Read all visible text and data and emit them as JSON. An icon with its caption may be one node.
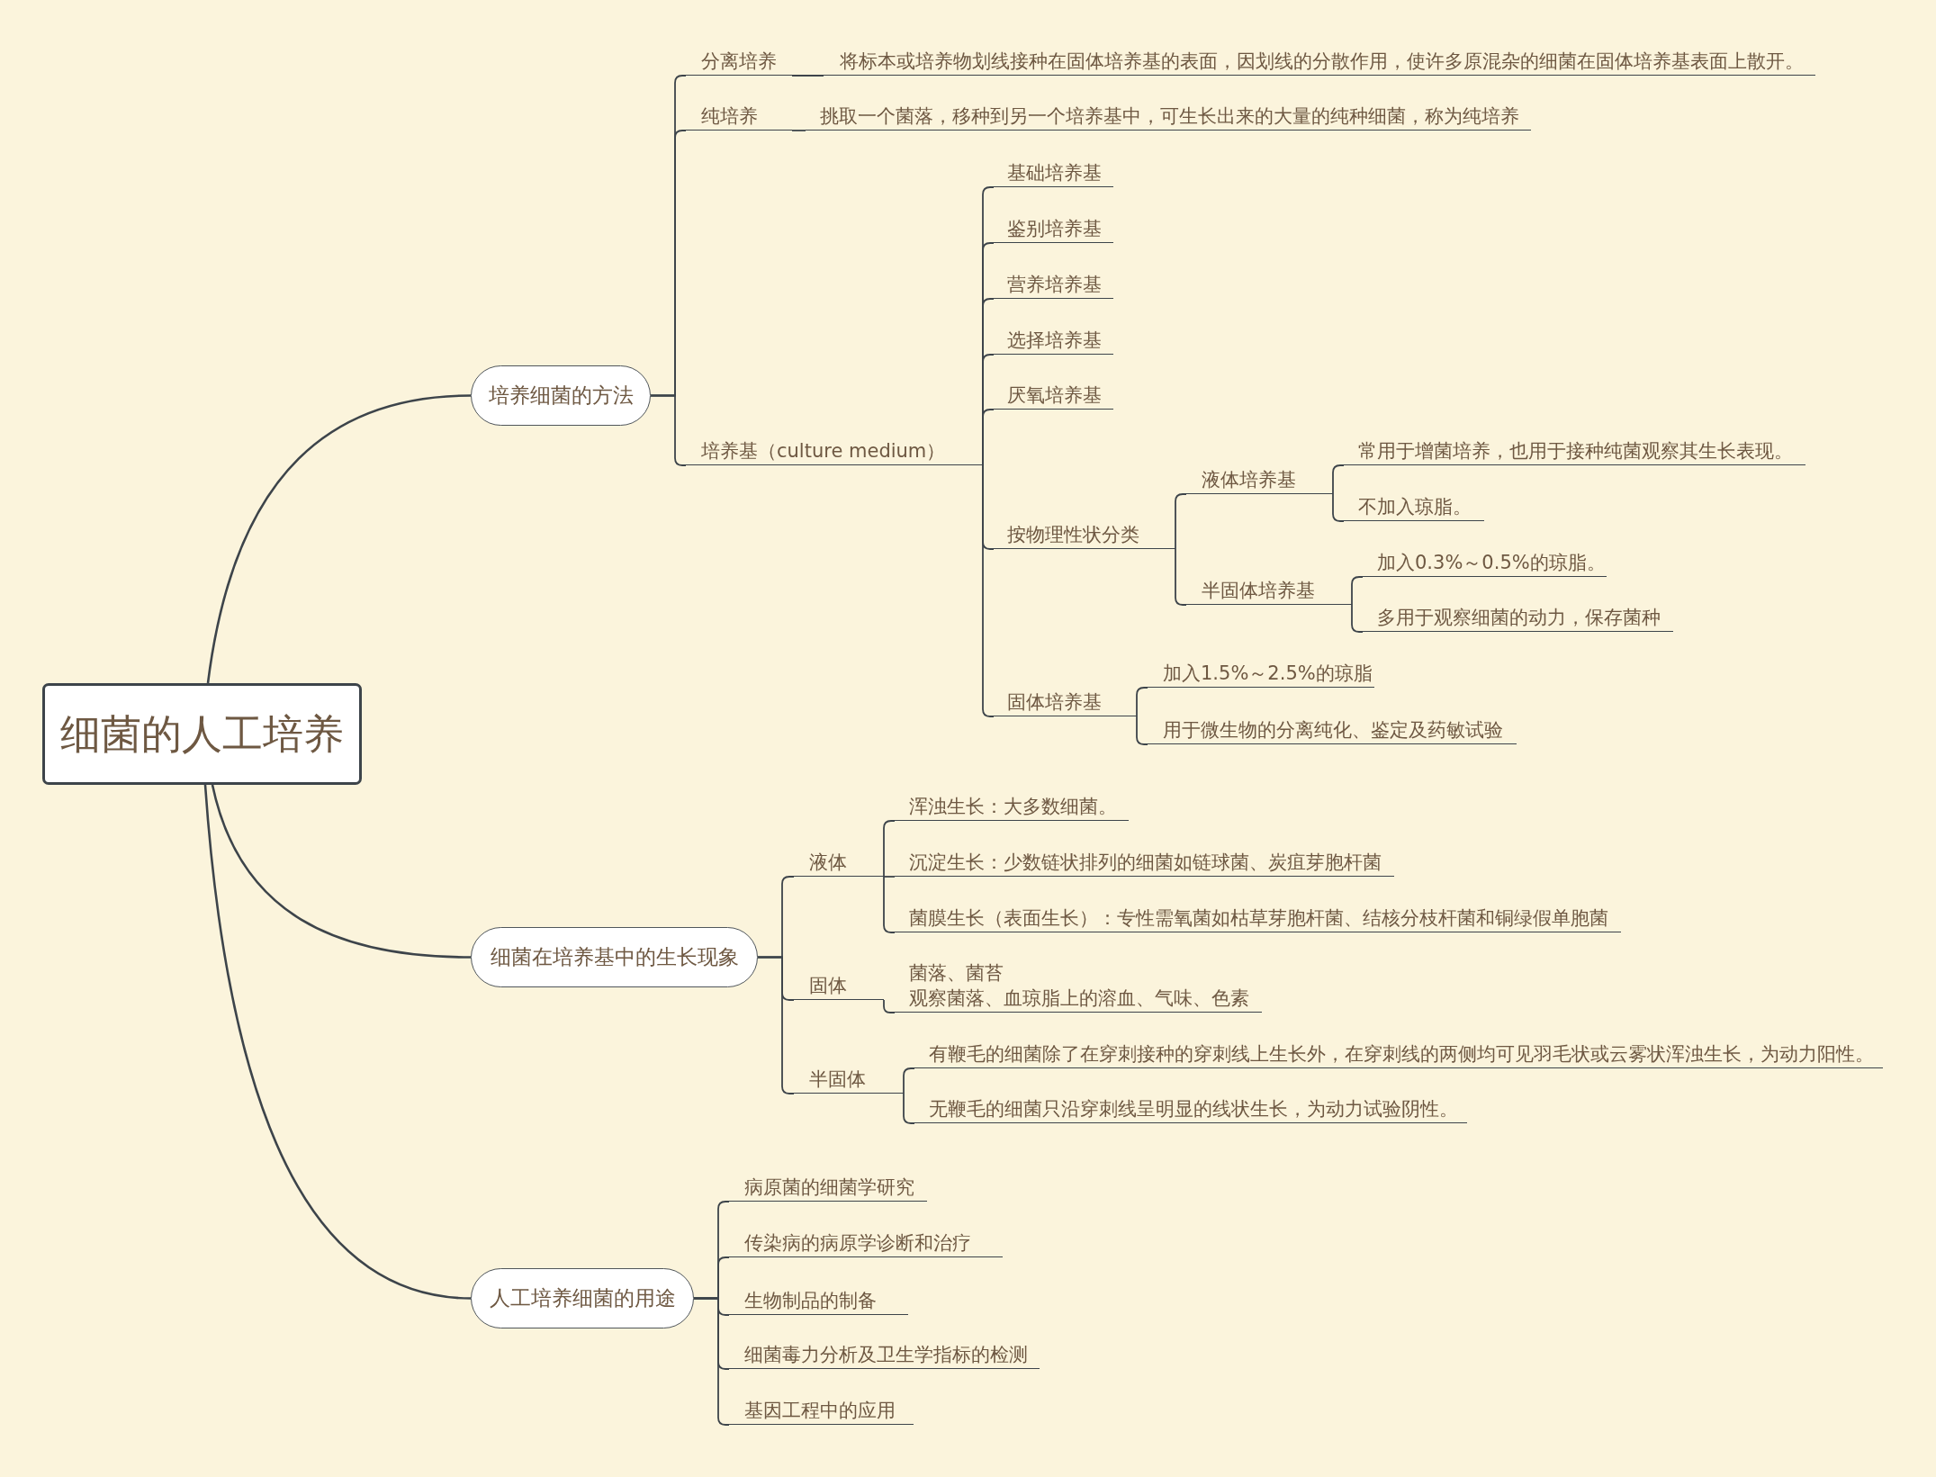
{
  "diagram": {
    "nodes": [
      {
        "text": [
          "细菌的人工培养"
        ]
      },
      {
        "text": [
          "培养细菌的方法"
        ]
      },
      {
        "text": [
          "分离培养"
        ]
      },
      {
        "text": [
          "将标本或培养物划线接种在固体培养基的表面，因划线的分散作用，使许多原混杂的细菌在固体培养基表面上散开。"
        ]
      },
      {
        "text": [
          "纯培养"
        ]
      },
      {
        "text": [
          "挑取一个菌落，移种到另一个培养基中，可生长出来的大量的纯种细菌，称为纯培养"
        ]
      },
      {
        "text": [
          "培养基（culture medium）"
        ]
      },
      {
        "text": [
          "基础培养基"
        ]
      },
      {
        "text": [
          "鉴别培养基"
        ]
      },
      {
        "text": [
          "营养培养基"
        ]
      },
      {
        "text": [
          "选择培养基"
        ]
      },
      {
        "text": [
          "厌氧培养基"
        ]
      },
      {
        "text": [
          "按物理性状分类"
        ]
      },
      {
        "text": [
          "液体培养基"
        ]
      },
      {
        "text": [
          "常用于增菌培养，也用于接种纯菌观察其生长表现。"
        ]
      },
      {
        "text": [
          "不加入琼脂。"
        ]
      },
      {
        "text": [
          "半固体培养基"
        ]
      },
      {
        "text": [
          "加入0.3%～0.5%的琼脂。"
        ]
      },
      {
        "text": [
          "多用于观察细菌的动力，保存菌种"
        ]
      },
      {
        "text": [
          "固体培养基"
        ]
      },
      {
        "text": [
          "加入1.5%～2.5%的琼脂"
        ]
      },
      {
        "text": [
          "用于微生物的分离纯化、鉴定及药敏试验"
        ]
      },
      {
        "text": [
          "细菌在培养基中的生长现象"
        ]
      },
      {
        "text": [
          "液体"
        ]
      },
      {
        "text": [
          "浑浊生长：大多数细菌。"
        ]
      },
      {
        "text": [
          "沉淀生长：少数链状排列的细菌如链球菌、炭疽芽胞杆菌"
        ]
      },
      {
        "text": [
          "菌膜生长（表面生长）：专性需氧菌如枯草芽胞杆菌、结核分枝杆菌和铜绿假单胞菌"
        ]
      },
      {
        "text": [
          "固体"
        ]
      },
      {
        "text": [
          "菌落、菌苔",
          "观察菌落、血琼脂上的溶血、气味、色素"
        ]
      },
      {
        "text": [
          "半固体"
        ]
      },
      {
        "text": [
          "有鞭毛的细菌除了在穿刺接种的穿刺线上生长外，在穿刺线的两侧均可见羽毛状或云雾状浑浊生长，为动力阳性。"
        ]
      },
      {
        "text": [
          "无鞭毛的细菌只沿穿刺线呈明显的线状生长，为动力试验阴性。"
        ]
      },
      {
        "text": [
          "人工培养细菌的用途"
        ]
      },
      {
        "text": [
          "病原菌的细菌学研究"
        ]
      },
      {
        "text": [
          "传染病的病原学诊断和治疗"
        ]
      },
      {
        "text": [
          "生物制品的制备"
        ]
      },
      {
        "text": [
          "细菌毒力分析及卫生学指标的检测"
        ]
      },
      {
        "text": [
          "基因工程中的应用"
        ]
      }
    ],
    "edges": [
      {
        "from": 0,
        "to": 1,
        "arrow": "none"
      },
      {
        "from": 1,
        "to": 2,
        "arrow": "none"
      },
      {
        "from": 2,
        "to": 3,
        "arrow": "none"
      },
      {
        "from": 1,
        "to": 4,
        "arrow": "none"
      },
      {
        "from": 4,
        "to": 5,
        "arrow": "none"
      },
      {
        "from": 1,
        "to": 6,
        "arrow": "none"
      },
      {
        "from": 6,
        "to": 7,
        "arrow": "none"
      },
      {
        "from": 6,
        "to": 8,
        "arrow": "none"
      },
      {
        "from": 6,
        "to": 9,
        "arrow": "none"
      },
      {
        "from": 6,
        "to": 10,
        "arrow": "none"
      },
      {
        "from": 6,
        "to": 11,
        "arrow": "none"
      },
      {
        "from": 6,
        "to": 12,
        "arrow": "none"
      },
      {
        "from": 12,
        "to": 13,
        "arrow": "none"
      },
      {
        "from": 13,
        "to": 14,
        "arrow": "none"
      },
      {
        "from": 13,
        "to": 15,
        "arrow": "none"
      },
      {
        "from": 12,
        "to": 16,
        "arrow": "none"
      },
      {
        "from": 16,
        "to": 17,
        "arrow": "none"
      },
      {
        "from": 16,
        "to": 18,
        "arrow": "none"
      },
      {
        "from": 6,
        "to": 19,
        "arrow": "none"
      },
      {
        "from": 19,
        "to": 20,
        "arrow": "none"
      },
      {
        "from": 19,
        "to": 21,
        "arrow": "none"
      },
      {
        "from": 0,
        "to": 22,
        "arrow": "none"
      },
      {
        "from": 22,
        "to": 23,
        "arrow": "none"
      },
      {
        "from": 23,
        "to": 24,
        "arrow": "none"
      },
      {
        "from": 23,
        "to": 25,
        "arrow": "none"
      },
      {
        "from": 23,
        "to": 26,
        "arrow": "none"
      },
      {
        "from": 22,
        "to": 27,
        "arrow": "none"
      },
      {
        "from": 27,
        "to": 28,
        "arrow": "none"
      },
      {
        "from": 22,
        "to": 29,
        "arrow": "none"
      },
      {
        "from": 29,
        "to": 30,
        "arrow": "none"
      },
      {
        "from": 29,
        "to": 31,
        "arrow": "none"
      },
      {
        "from": 0,
        "to": 32,
        "arrow": "none"
      },
      {
        "from": 32,
        "to": 33,
        "arrow": "none"
      },
      {
        "from": 32,
        "to": 34,
        "arrow": "none"
      },
      {
        "from": 32,
        "to": 35,
        "arrow": "none"
      },
      {
        "from": 32,
        "to": 36,
        "arrow": "none"
      },
      {
        "from": 32,
        "to": 37,
        "arrow": "none"
      }
    ]
  }
}
